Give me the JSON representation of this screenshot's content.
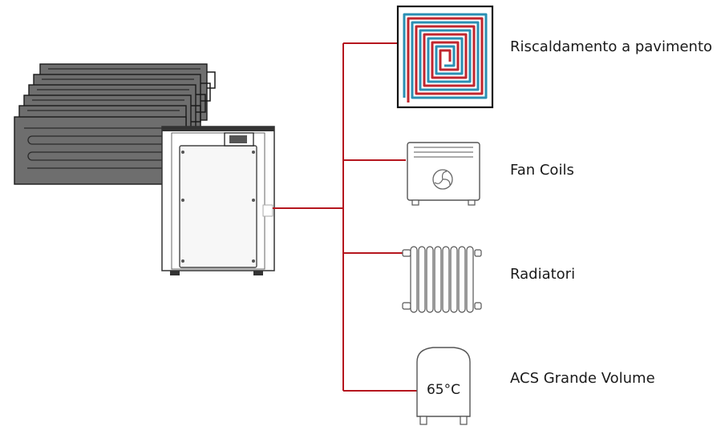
{
  "diagram": {
    "outputs": [
      {
        "id": "floor",
        "label": "Riscaldamento a pavimento",
        "icon": "underfloor-heating-icon"
      },
      {
        "id": "fan",
        "label": "Fan Coils",
        "icon": "fan-coil-icon"
      },
      {
        "id": "rad",
        "label": "Radiatori",
        "icon": "radiator-icon"
      },
      {
        "id": "acs",
        "label": "ACS Grande Volume",
        "icon": "hot-water-tank-icon"
      }
    ],
    "tank_temperature": "65°C",
    "source": {
      "panels_icon": "solar-thermal-panels-icon",
      "unit_icon": "heat-pump-unit-icon"
    }
  },
  "colors": {
    "pipe": "#b5161e",
    "panel_fill": "#6b6b6b",
    "panel_stroke": "#1a1a1a",
    "coil_red": "#c0262e",
    "coil_blue": "#2a8fb3",
    "outline": "#555555"
  }
}
